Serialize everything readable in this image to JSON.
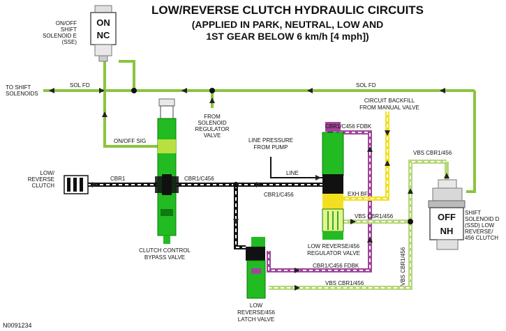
{
  "title": {
    "line1": "LOW/REVERSE CLUTCH HYDRAULIC CIRCUITS",
    "line2": "(APPLIED IN PARK, NEUTRAL, LOW AND",
    "line3": "1ST GEAR BELOW 6 km/h [4 mph])"
  },
  "figure_id": "N0091234",
  "colors": {
    "sol_fd": "#8ac43f",
    "green_valve": "#22bb22",
    "purple": "#a0469a",
    "yellow": "#f2e020",
    "black": "#111111"
  },
  "solenoid_e": {
    "lines": [
      "ON/OFF",
      "SHIFT",
      "SOLENOID E",
      "(SSE)"
    ],
    "state_top": "ON",
    "state_bottom": "NC"
  },
  "solenoid_d": {
    "lines": [
      "SHIFT",
      "SOLENOID D",
      "(SSD) LOW",
      "REVERSE/",
      "456 CLUTCH"
    ],
    "state_top": "OFF",
    "state_bottom": "NH"
  },
  "labels": {
    "to_shift": [
      "TO SHIFT",
      "SOLENOIDS"
    ],
    "sol_fd": "SOL FD",
    "from_regulator": [
      "FROM",
      "SOLENOID",
      "REGULATOR",
      "VALVE"
    ],
    "on_off_sig": "ON/OFF SIG",
    "circuit_backfill": [
      "CIRCUIT BACKFILL",
      "FROM MANUAL VALVE"
    ],
    "cbr1_c456_fdbk": "CBR1/C456 FDBK",
    "line_pressure": [
      "LINE PRESSURE",
      "FROM PUMP"
    ],
    "line": "LINE",
    "exh_bf": "EXH BF",
    "vbs_cbr1_456": "VBS CBR1/456",
    "low_reverse_clutch": [
      "LOW/",
      "REVERSE",
      "CLUTCH"
    ],
    "cbr1": "CBR1",
    "cbr1_c456": "CBR1/C456",
    "clutch_control": [
      "CLUTCH CONTROL",
      "BYPASS VALVE"
    ],
    "low_rev_456_reg": [
      "LOW REVERSE/456",
      "REGULATOR VALVE"
    ],
    "low_rev_456_latch": [
      "LOW",
      "REVERSE/456",
      "LATCH VALVE"
    ]
  }
}
